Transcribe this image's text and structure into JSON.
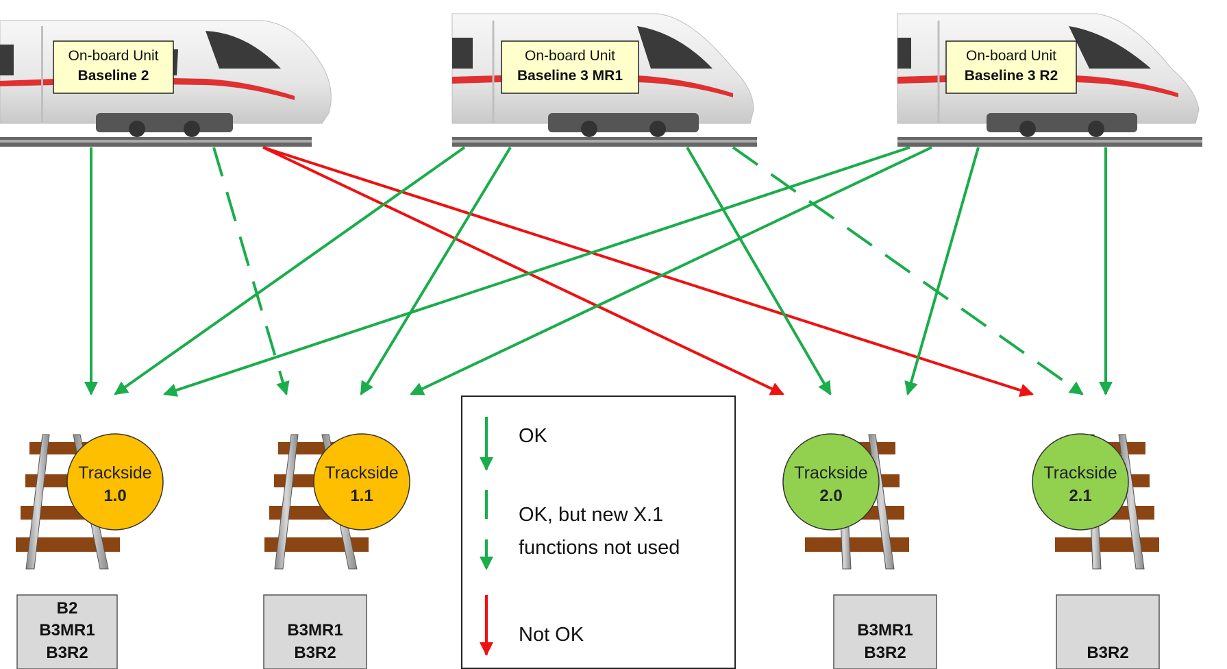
{
  "colors": {
    "ok": "#1aad4b",
    "not_ok": "#ee1111",
    "trackside_1": "#fdbf00",
    "trackside_2": "#92d050",
    "obu_box": "#ffffcc",
    "compat_box": "#d9d9d9"
  },
  "trains": [
    {
      "title": "On-board Unit",
      "baseline": "Baseline 2"
    },
    {
      "title": "On-board Unit",
      "baseline": "Baseline 3 MR1"
    },
    {
      "title": "On-board Unit",
      "baseline": "Baseline 3 R2"
    }
  ],
  "tracksides": [
    {
      "title": "Trackside",
      "version": "1.0",
      "color": "orange",
      "compatible": [
        "B2",
        "B3MR1",
        "B3R2"
      ]
    },
    {
      "title": "Trackside",
      "version": "1.1",
      "color": "orange",
      "compatible": [
        "B3MR1",
        "B3R2"
      ]
    },
    {
      "title": "Trackside",
      "version": "2.0",
      "color": "green",
      "compatible": [
        "B3MR1",
        "B3R2"
      ]
    },
    {
      "title": "Trackside",
      "version": "2.1",
      "color": "green",
      "compatible": [
        "B3R2"
      ]
    }
  ],
  "connections": [
    {
      "from": "Baseline 2",
      "to": "1.0",
      "status": "ok"
    },
    {
      "from": "Baseline 2",
      "to": "1.1",
      "status": "ok-dashed"
    },
    {
      "from": "Baseline 2",
      "to": "2.0",
      "status": "not-ok"
    },
    {
      "from": "Baseline 2",
      "to": "2.1",
      "status": "not-ok"
    },
    {
      "from": "Baseline 3 MR1",
      "to": "1.0",
      "status": "ok"
    },
    {
      "from": "Baseline 3 MR1",
      "to": "1.1",
      "status": "ok"
    },
    {
      "from": "Baseline 3 MR1",
      "to": "2.0",
      "status": "ok"
    },
    {
      "from": "Baseline 3 MR1",
      "to": "2.1",
      "status": "ok-dashed"
    },
    {
      "from": "Baseline 3 R2",
      "to": "1.0",
      "status": "ok"
    },
    {
      "from": "Baseline 3 R2",
      "to": "1.1",
      "status": "ok"
    },
    {
      "from": "Baseline 3 R2",
      "to": "2.0",
      "status": "ok"
    },
    {
      "from": "Baseline 3 R2",
      "to": "2.1",
      "status": "ok"
    }
  ],
  "legend": {
    "ok": "OK",
    "ok_dashed_line1": "OK, but new X.1",
    "ok_dashed_line2": "functions not used",
    "not_ok": "Not OK"
  }
}
